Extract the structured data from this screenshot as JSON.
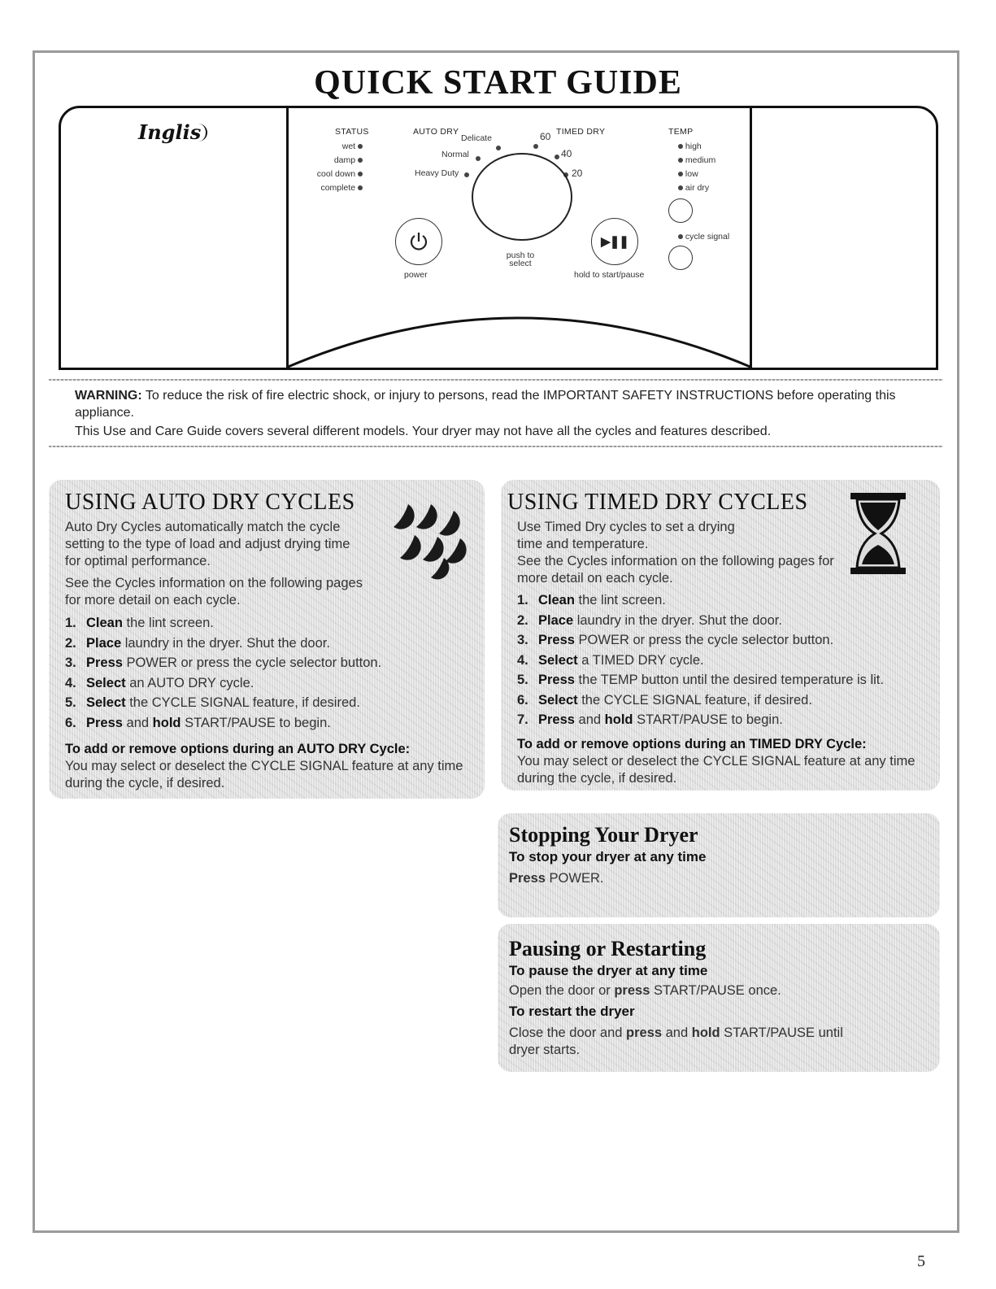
{
  "title": "QUICK START GUIDE",
  "panel": {
    "brand": "Inglis",
    "status": {
      "heading": "STATUS",
      "items": [
        "wet",
        "damp",
        "cool down",
        "complete"
      ]
    },
    "auto_dry": {
      "heading": "AUTO DRY",
      "cycles": [
        "Delicate",
        "Normal",
        "Heavy Duty"
      ]
    },
    "timed_dry": {
      "heading": "TIMED DRY",
      "times": [
        "60",
        "40",
        "20"
      ]
    },
    "temp": {
      "heading": "TEMP",
      "items": [
        "high",
        "medium",
        "low",
        "air dry"
      ]
    },
    "cycle_signal_label": "cycle signal",
    "power_label": "power",
    "dial_label_1": "push to",
    "dial_label_2": "select",
    "start_pause_label": "hold to start/pause"
  },
  "warning": {
    "label": "WARNING:",
    "text": " To reduce the risk of fire electric shock, or injury to persons, read the IMPORTANT SAFETY INSTRUCTIONS before operating this appliance.",
    "coverage": "This Use and Care Guide covers several different models. Your dryer may not have all the cycles and features described."
  },
  "auto_dry_card": {
    "title": "USING AUTO DRY CYCLES",
    "intro1": "Auto Dry Cycles automatically match the cycle setting to the type of load and adjust drying time for optimal performance.",
    "intro2": "See the Cycles information on the following pages for more detail on each cycle.",
    "steps": [
      {
        "n": "1.",
        "verb": "Clean",
        "rest": " the lint screen."
      },
      {
        "n": "2.",
        "verb": "Place",
        "rest": " laundry in the dryer. Shut the door."
      },
      {
        "n": "3.",
        "verb": "Press",
        "rest": " POWER or press the cycle selector button."
      },
      {
        "n": "4.",
        "verb": "Select",
        "rest": " an AUTO DRY cycle."
      },
      {
        "n": "5.",
        "verb": "Select",
        "rest": " the CYCLE SIGNAL feature, if desired."
      },
      {
        "n": "6.",
        "verb": "Press",
        "rest": " and ",
        "verb2": "hold",
        "rest2": " START/PAUSE to begin."
      }
    ],
    "options_heading": "To add or remove options during an AUTO DRY Cycle:",
    "options_text": "You may select or deselect the CYCLE SIGNAL feature at any time during the cycle, if desired."
  },
  "timed_dry_card": {
    "title": "USING TIMED DRY CYCLES",
    "intro1": "Use Timed Dry cycles to set a drying time and temperature.",
    "intro2": "See the Cycles information on the following pages for more detail on each cycle.",
    "steps": [
      {
        "n": "1.",
        "verb": "Clean",
        "rest": " the lint screen."
      },
      {
        "n": "2.",
        "verb": "Place",
        "rest": " laundry in the dryer. Shut the door."
      },
      {
        "n": "3.",
        "verb": "Press",
        "rest": " POWER  or press the cycle selector button."
      },
      {
        "n": "4.",
        "verb": "Select",
        "rest": " a TIMED DRY cycle."
      },
      {
        "n": "5.",
        "verb": "Press",
        "rest": " the TEMP button until the desired temperature is lit."
      },
      {
        "n": "6.",
        "verb": "Select",
        "rest": " the CYCLE SIGNAL feature, if desired."
      },
      {
        "n": "7.",
        "verb": "Press",
        "rest": " and ",
        "verb2": "hold",
        "rest2": " START/PAUSE to begin."
      }
    ],
    "options_heading": "To add or remove options during an TIMED DRY Cycle:",
    "options_text": "You may select or deselect the CYCLE SIGNAL feature at any time during the cycle, if desired."
  },
  "stopping_card": {
    "title": "Stopping Your Dryer",
    "sub": "To stop your dryer at any time",
    "verb": "Press",
    "rest": " POWER."
  },
  "pausing_card": {
    "title": "Pausing or Restarting",
    "sub1": "To pause the dryer at any time",
    "line1_a": "Open the door or ",
    "line1_verb": "press",
    "line1_b": " START/PAUSE once.",
    "sub2": "To restart the dryer",
    "line2_a": "Close the door and ",
    "line2_verb": "press",
    "line2_b": " and ",
    "line2_verb2": "hold",
    "line2_c": " START/PAUSE until dryer starts."
  },
  "page_number": "5"
}
